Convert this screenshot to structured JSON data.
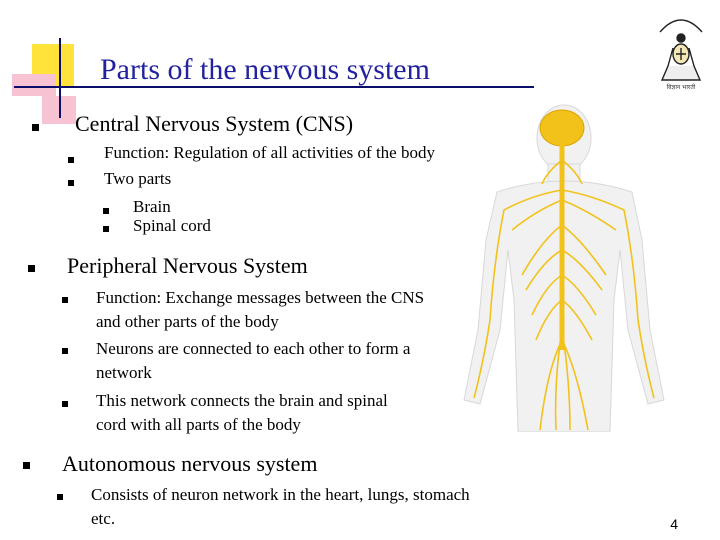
{
  "slide": {
    "title": "Parts of the nervous system",
    "page_number": "4",
    "logo_text": "विज्ञान भारती"
  },
  "sections": [
    {
      "heading": "Central Nervous System (CNS)",
      "points": [
        "Function: Regulation of all activities of the body",
        "Two parts"
      ],
      "sub_points": [
        "Brain",
        "Spinal cord"
      ]
    },
    {
      "heading": "Peripheral Nervous System",
      "points": [
        "Function:  Exchange messages between the CNS and other parts of the body",
        "Neurons are connected to each other to form a network",
        "This network connects the brain and spinal cord with all parts of the body"
      ]
    },
    {
      "heading": "Autonomous nervous system",
      "points": [
        "Consists of neuron network in the heart, lungs, stomach etc."
      ]
    }
  ],
  "colors": {
    "title": "#2222a0",
    "accent_yellow": "#ffe23a",
    "accent_pink": "#f7c3d3",
    "rule_line": "#0a0d6a",
    "nerve": "#f2c21a"
  },
  "icons": {
    "logo": "institute-emblem-icon",
    "illustration": "human-nervous-system-figure"
  }
}
